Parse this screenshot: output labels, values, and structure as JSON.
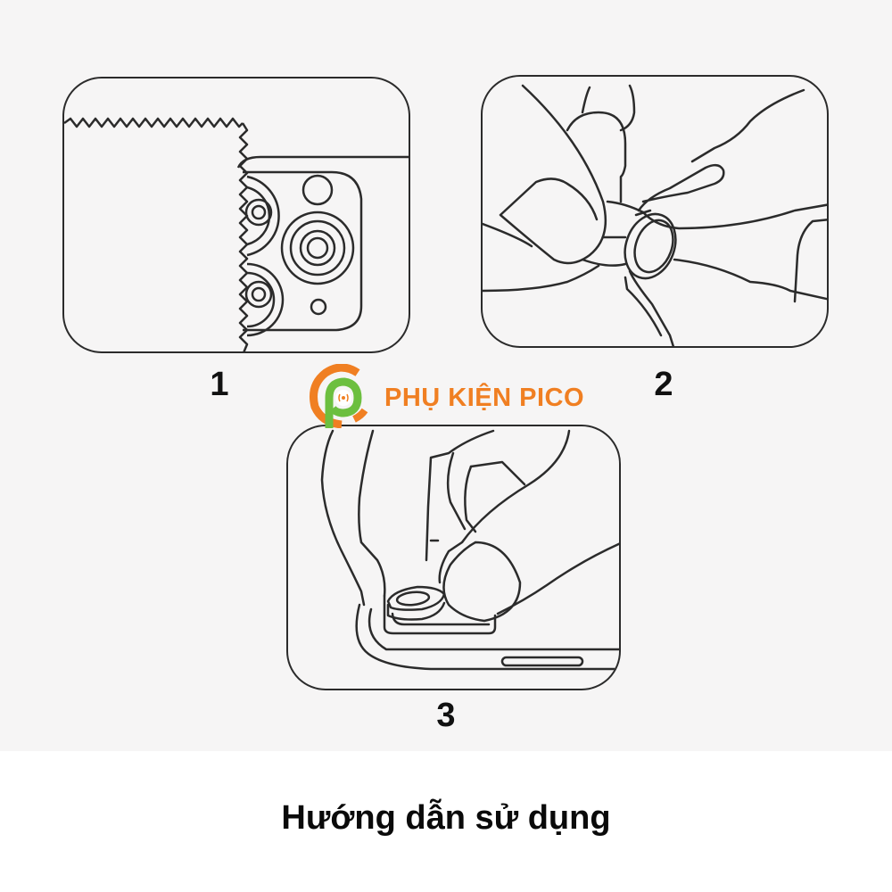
{
  "steps": [
    {
      "number": "1",
      "illustration": "peel-protective-film-from-camera-lens-protector"
    },
    {
      "number": "2",
      "illustration": "pick-up-lens-ring-with-fingers"
    },
    {
      "number": "3",
      "illustration": "press-lens-ring-onto-phone-camera"
    }
  ],
  "watermark": {
    "brand": "PHỤ KIỆN PICO",
    "icon": "pico-logo-icon",
    "colors": {
      "orange": "#f07f22",
      "green": "#6cbf3f"
    }
  },
  "caption": "Hướng dẫn sử dụng",
  "colors": {
    "background_top": "#f6f5f5",
    "background_bottom": "#ffffff",
    "line": "#2b2b2b",
    "text": "#0a0a0a"
  }
}
